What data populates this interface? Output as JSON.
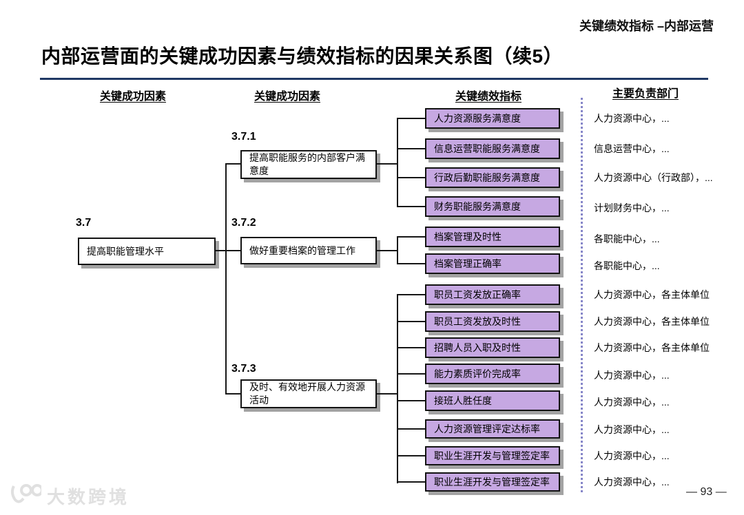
{
  "page": {
    "header_right": "关键绩效指标 –内部运营",
    "title": "内部运营面的关键成功因素与绩效指标的因果关系图（续5）",
    "page_number": "— 93 —",
    "watermark": "大数跨境"
  },
  "column_headers": [
    "关键成功因素",
    "关键成功因素",
    "关键绩效指标",
    "主要负责部门"
  ],
  "diagram": {
    "root": {
      "code": "3.7",
      "label": "提高职能管理水平"
    },
    "factors": [
      {
        "code": "3.7.1",
        "label": "提高职能服务的内部客户满意度"
      },
      {
        "code": "3.7.2",
        "label": "做好重要档案的管理工作"
      },
      {
        "code": "3.7.3",
        "label": "及时、有效地开展人力资源活动"
      }
    ],
    "kpis": [
      "人力资源服务满意度",
      "信息运营职能服务满意度",
      "行政后勤职能服务满意度",
      "财务职能服务满意度",
      "档案管理及时性",
      "档案管理正确率",
      "职员工资发放正确率",
      "职员工资发放及时性",
      "招聘人员入职及时性",
      "能力素质评价完成率",
      "接班人胜任度",
      "人力资源管理评定达标率",
      "职业生涯开发与管理签定率",
      "职业生涯开发与管理签定率"
    ],
    "departments": [
      "人力资源中心，...",
      "信息运营中心，...",
      "人力资源中心（行政部），...",
      "计划财务中心，...",
      "各职能中心，...",
      "各职能中心，...",
      "人力资源中心，各主体单位",
      "人力资源中心，各主体单位",
      "人力资源中心，各主体单位",
      "人力资源中心，...",
      "人力资源中心，...",
      "人力资源中心，...",
      "人力资源中心，...",
      "人力资源中心，..."
    ]
  },
  "colors": {
    "kpi_fill": "#C6A8E2",
    "rule_navy": "#1F3864",
    "dotted_separator": "#8585c8",
    "box_shadow": "#a3a3a3"
  }
}
